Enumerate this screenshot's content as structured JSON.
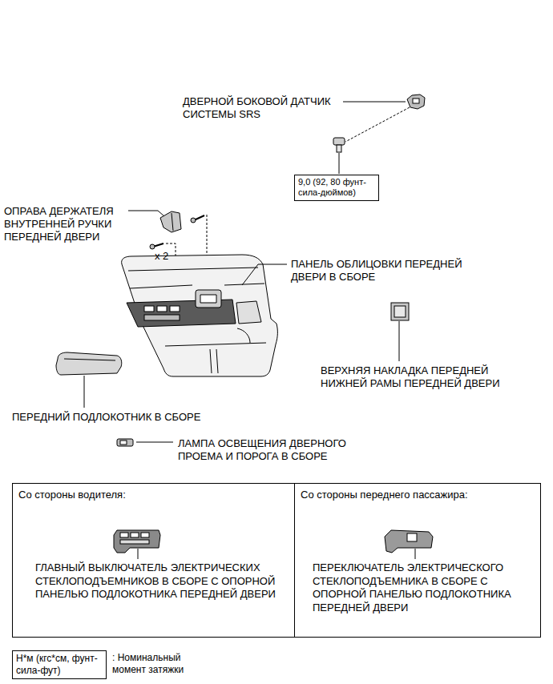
{
  "diagram": {
    "nodes": [
      {
        "text": [
          "9,0 (92, 80 фунт-сила-дюймов)"
        ]
      },
      {
        "text": [
          "Со стороны водителя:",
          "ГЛАВНЫЙ ВЫКЛЮЧАТЕЛЬ ЭЛЕКТРИЧЕСКИХ СТЕКЛОПОДЪЕМНИКОВ В СБОРЕ С ОПОРНОЙ ПАНЕЛЬЮ ПОДЛОКОТНИКА ПЕРЕДНЕЙ ДВЕРИ"
        ]
      },
      {
        "text": [
          "Со стороны переднего пассажира:",
          "ПЕРЕКЛЮЧАТЕЛЬ ЭЛЕКТРИЧЕСКОГО СТЕКЛОПОДЪЕМНИКА В СБОРЕ С ОПОРНОЙ ПАНЕЛЬЮ ПОДЛОКОТНИКА ПЕРЕДНЕЙ ДВЕРИ"
        ]
      },
      {
        "text": [
          "Н*м (кгс*см, фунт-сила-фут)",
          ": Номинальный момент затяжки"
        ]
      }
    ],
    "labels": [
      "ДВЕРНОЙ БОКОВОЙ ДАТЧИК СИСТЕМЫ SRS",
      "ОПРАВА ДЕРЖАТЕЛЯ ВНУТРЕННЕЙ РУЧКИ ПЕРЕДНЕЙ ДВЕРИ",
      "x 2",
      "ПАНЕЛЬ ОБЛИЦОВКИ ПЕРЕДНЕЙ ДВЕРИ В СБОРЕ",
      "ВЕРХНЯЯ НАКЛАДКА ПЕРЕДНЕЙ НИЖНЕЙ РАМЫ ПЕРЕДНЕЙ ДВЕРИ",
      "ПЕРЕДНИЙ ПОДЛОКОТНИК В СБОРЕ",
      "ЛАМПА ОСВЕЩЕНИЯ ДВЕРНОГО ПРОЕМА И ПОРОГА В СБОРЕ"
    ]
  }
}
